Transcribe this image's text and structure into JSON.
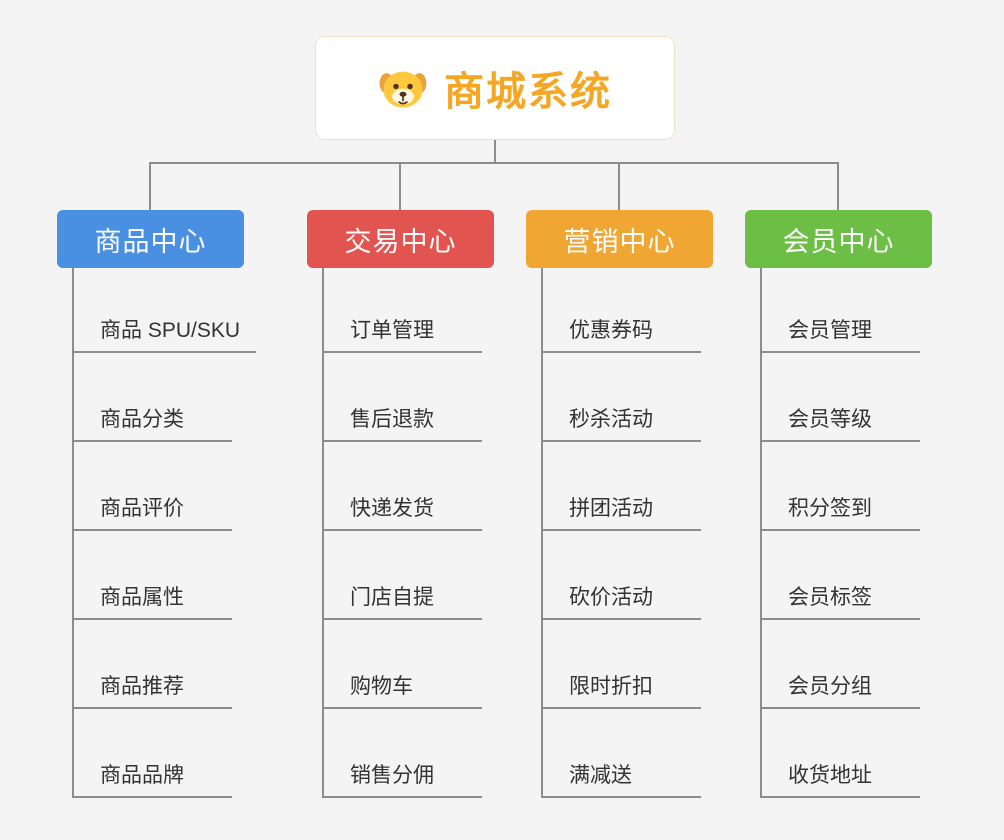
{
  "root": {
    "title": "商城系统",
    "title_color": "#f5a623",
    "icon": "dog-icon"
  },
  "branches": [
    {
      "label": "商品中心",
      "color": "#4a90e2",
      "children": [
        "商品 SPU/SKU",
        "商品分类",
        "商品评价",
        "商品属性",
        "商品推荐",
        "商品品牌"
      ]
    },
    {
      "label": "交易中心",
      "color": "#e25450",
      "children": [
        "订单管理",
        "售后退款",
        "快递发货",
        "门店自提",
        "购物车",
        "销售分佣"
      ]
    },
    {
      "label": "营销中心",
      "color": "#f0a632",
      "children": [
        "优惠券码",
        "秒杀活动",
        "拼团活动",
        "砍价活动",
        "限时折扣",
        "满减送"
      ]
    },
    {
      "label": "会员中心",
      "color": "#6cbe45",
      "children": [
        "会员管理",
        "会员等级",
        "积分签到",
        "会员标签",
        "会员分组",
        "收货地址"
      ]
    }
  ],
  "colors": {
    "background": "#f4f4f4",
    "connector_line": "#8c8c8c",
    "child_text": "#333333"
  }
}
